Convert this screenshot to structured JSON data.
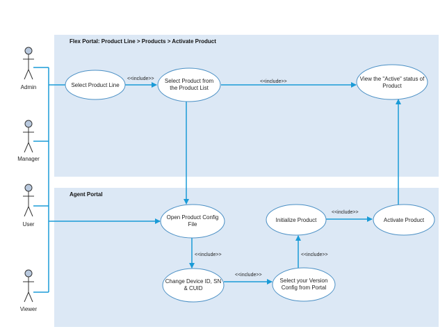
{
  "frames": {
    "flex": {
      "title": "Flex Portal: Product Line > Products > Activate Product"
    },
    "agent": {
      "title": "Agent Portal"
    }
  },
  "actors": {
    "admin": "Admin",
    "manager": "Manager",
    "user": "User",
    "viewer": "Viewer"
  },
  "use_cases": {
    "select_line": [
      "Select Product Line"
    ],
    "select_product": [
      "Select Product from",
      "the Product List"
    ],
    "view_status": [
      "View the \"Active\" status of",
      "Product"
    ],
    "open_config": [
      "Open Product Config",
      "File"
    ],
    "change_device": [
      "Change Device ID, SN",
      "& CUID"
    ],
    "select_version": [
      "Select your Version",
      "Config from Portal"
    ],
    "initialize": [
      "Initialize Product"
    ],
    "activate": [
      "Activate Product"
    ]
  },
  "include_label": "<<include>>",
  "colors": {
    "frame_fill": "#dce8f5",
    "connector": "#1a9bd7",
    "ellipse_stroke": "#4a8fc4",
    "actor_head": "#b9c9de"
  }
}
